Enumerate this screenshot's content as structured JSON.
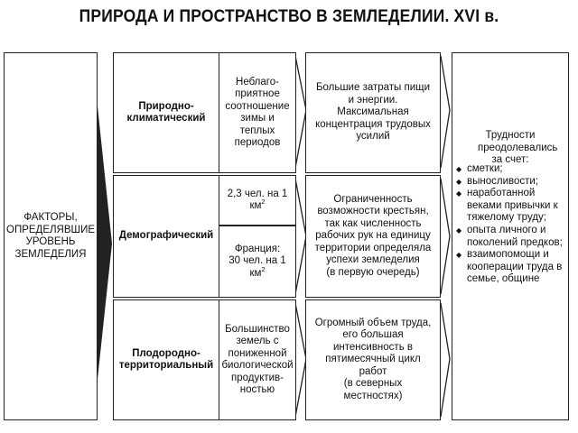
{
  "title": "ПРИРОДА И ПРОСТРАНСТВО В ЗЕМЛЕДЕЛИИ. XVI в.",
  "factors": "ФАКТОРЫ, ОПРЕДЕЛЯВШИЕ УРОВЕНЬ ЗЕМЛЕДЕЛИЯ",
  "rows": [
    {
      "name": "Природно-климатический",
      "detail": "Неблаго-приятное соотношение зимы и теплых периодов",
      "effect": "Большие затраты пищи и энергии. Максимальная концентрация трудовых усилий"
    },
    {
      "name": "Демографический",
      "detail_a": "2,3 чел. на 1 км",
      "detail_b_country": "Франция:",
      "detail_b": "30 чел. на 1 км",
      "sup": "2",
      "effect": "Ограниченность возможности крестьян, так как численность рабочих рук на единицу территории определяла успехи земледелия",
      "effect_note": "(в первую очередь)"
    },
    {
      "name": "Плодородно-территориальный",
      "detail": "Большинство земель с пониженной биологической продуктив-ностью",
      "effect": "Огромный объем труда, его большая интенсивность в пятимесячный цикл работ",
      "effect_note": "(в северных местностях)"
    }
  ],
  "result": {
    "heading": "Трудности преодолевались за счет:",
    "items": [
      "сметки;",
      "выносливости;",
      "наработанной веками привычки к тяжелому труду;",
      "опыта личного и поколений предков;",
      "взаимопомощи и кооперации труда в семье, общине"
    ]
  }
}
